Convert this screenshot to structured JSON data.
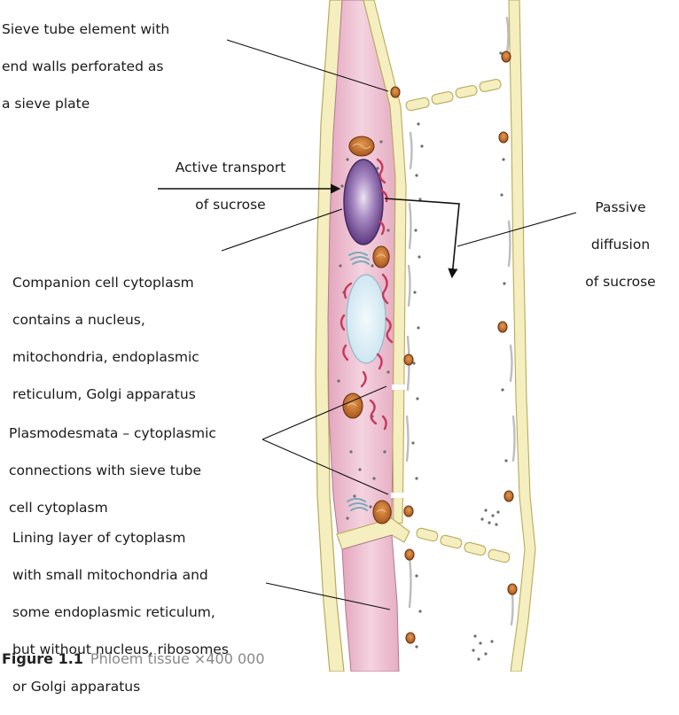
{
  "labels": {
    "sieve_tube": [
      "Sieve tube element with",
      "end walls perforated as",
      "a sieve plate"
    ],
    "active_transport": [
      "Active transport",
      "of sucrose"
    ],
    "passive_diffusion": [
      "Passive",
      "diffusion",
      "of sucrose"
    ],
    "companion_cell": [
      "Companion cell cytoplasm",
      "contains a nucleus,",
      "mitochondria, endoplasmic",
      "reticulum, Golgi apparatus"
    ],
    "plasmodesmata": [
      "Plasmodesmata – cytoplasmic",
      "connections with sieve tube",
      "cell cytoplasm"
    ],
    "lining_layer": [
      "Lining layer of cytoplasm",
      "with small mitochondria and",
      "some endoplasmic reticulum,",
      "but without nucleus, ribosomes",
      "or Golgi apparatus"
    ]
  },
  "caption": {
    "figure_number": "Figure 1.1",
    "title": "Phloem tissue ×400 000"
  },
  "colors": {
    "companion_cell": "#e9b4c6",
    "cell_wall": "#f3ecbc",
    "nucleus": "#8a5fa6",
    "vacuole": "#dceef6",
    "mitochondria": "#c9742e",
    "er": "#c43a5c"
  }
}
